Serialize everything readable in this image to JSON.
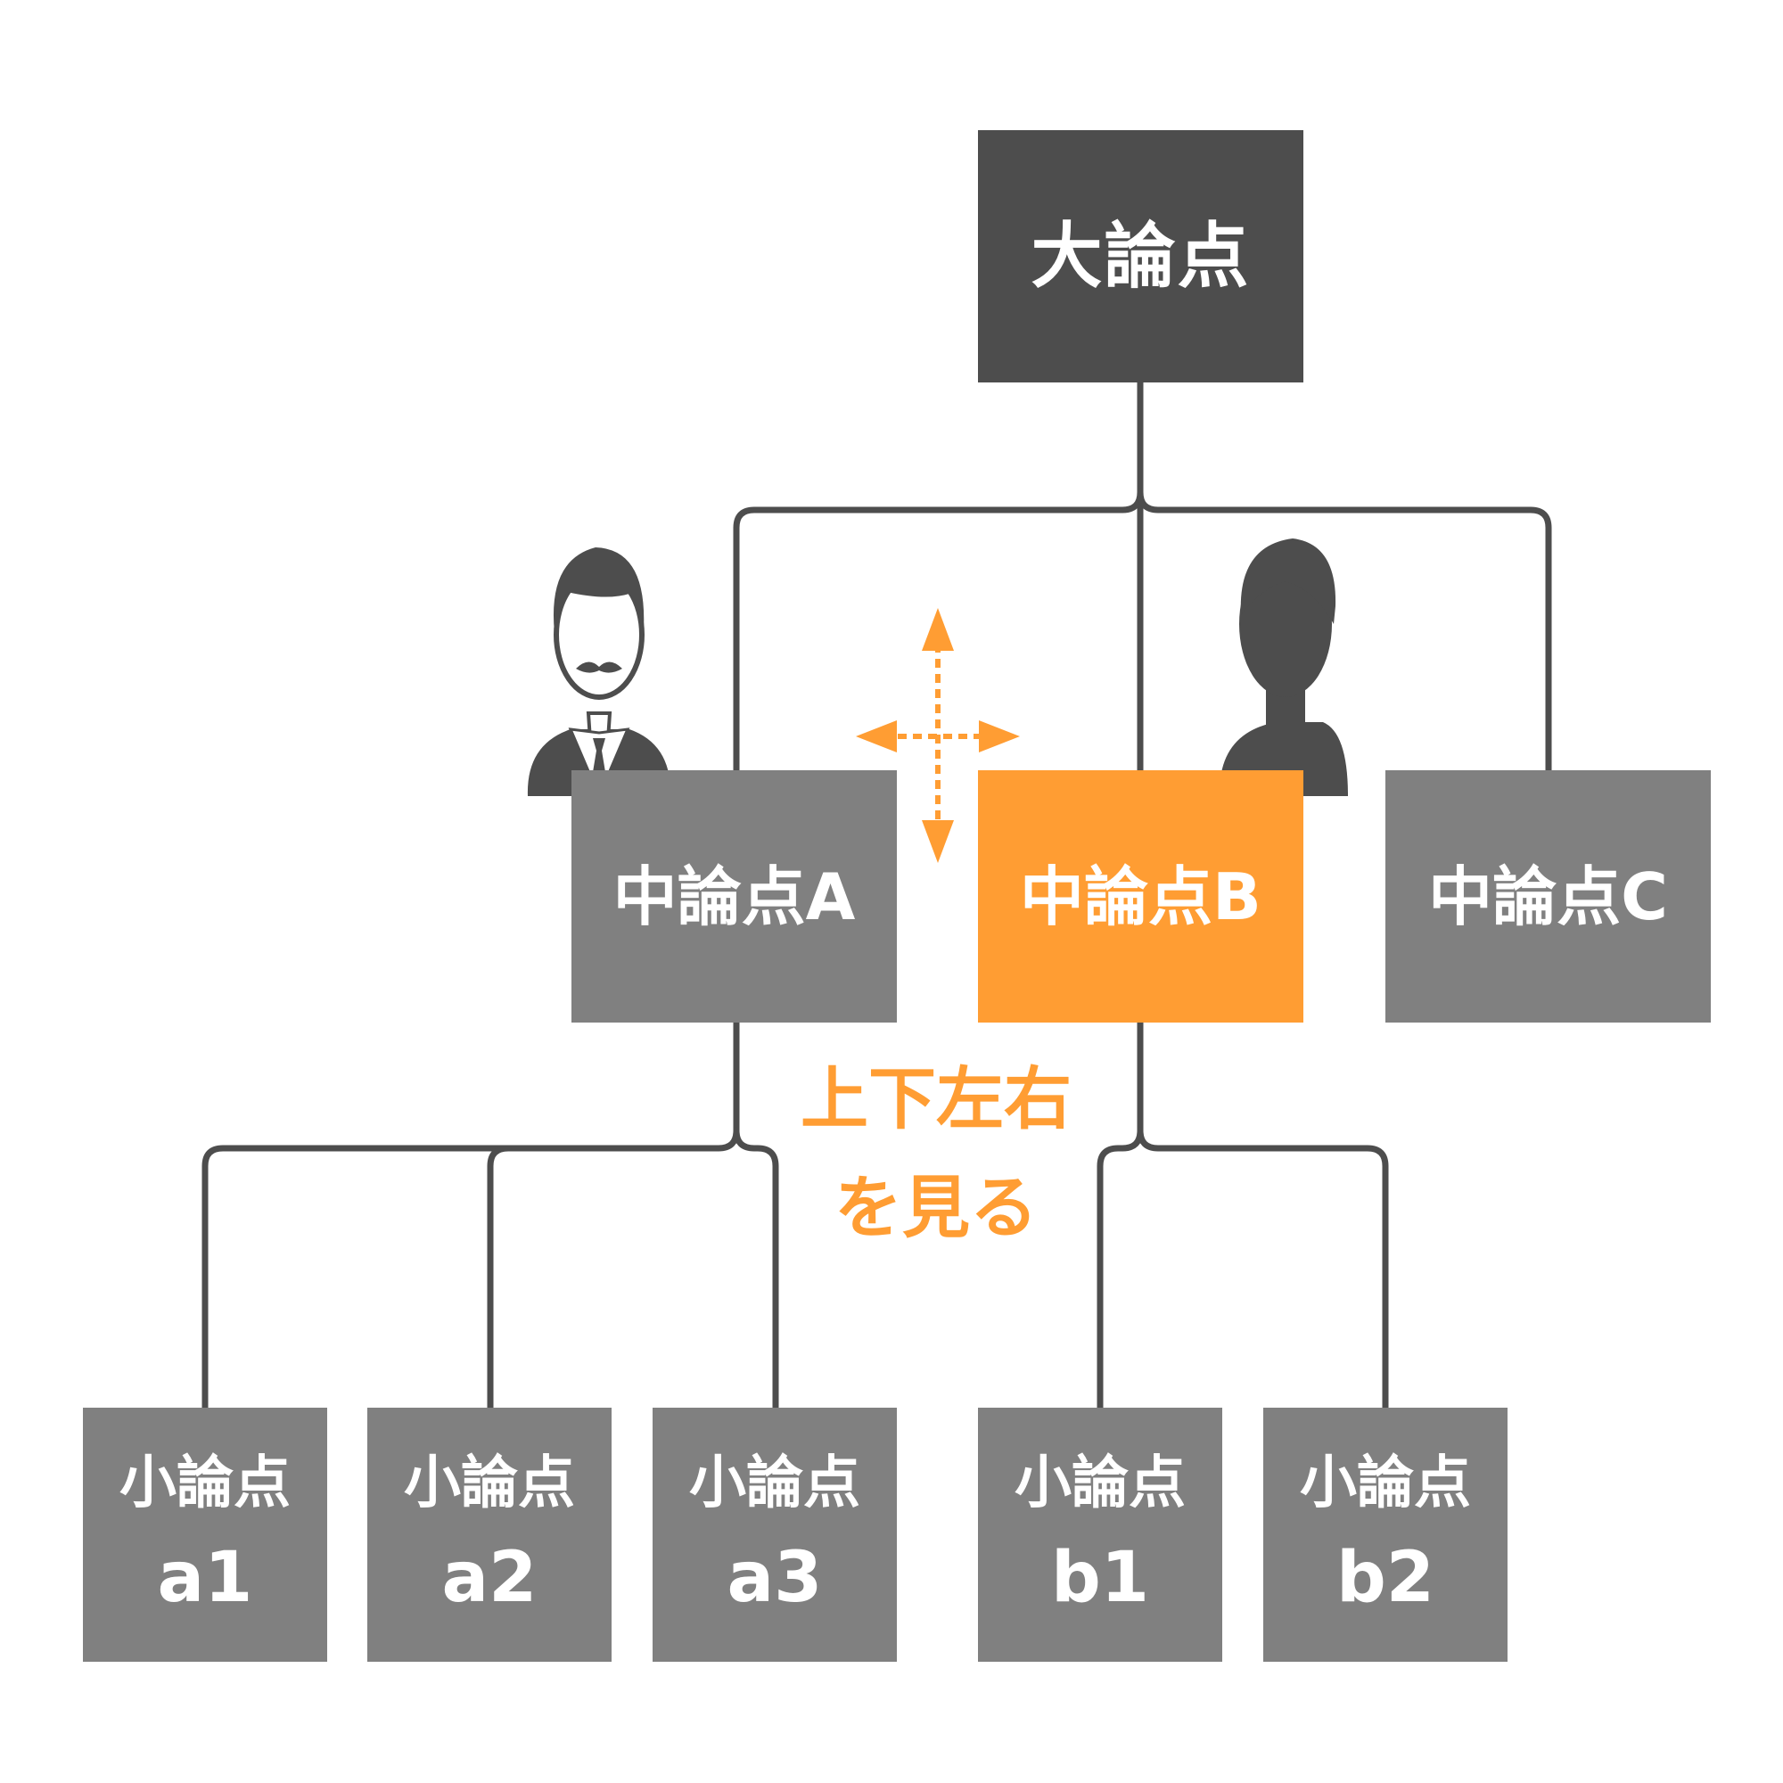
{
  "colors": {
    "top_node": "#4d4d4d",
    "node": "#808080",
    "highlight": "#ff9d33",
    "line": "#4d4d4d",
    "text": "#ffffff",
    "accent_text": "#ff9d33"
  },
  "top": {
    "label": "大論点"
  },
  "mids": [
    {
      "label": "中論点A"
    },
    {
      "label": "中論点B"
    },
    {
      "label": "中論点C"
    }
  ],
  "smalls": [
    {
      "label": "小論点",
      "sub": "a1"
    },
    {
      "label": "小論点",
      "sub": "a2"
    },
    {
      "label": "小論点",
      "sub": "a3"
    },
    {
      "label": "小論点",
      "sub": "b1"
    },
    {
      "label": "小論点",
      "sub": "b2"
    }
  ],
  "caption": {
    "line1": "上下左右",
    "line2": "を見る"
  },
  "icons": {
    "person_a": "businessman-mustache-icon",
    "person_b": "person-silhouette-icon",
    "arrows": "four-way-arrow-icon"
  }
}
